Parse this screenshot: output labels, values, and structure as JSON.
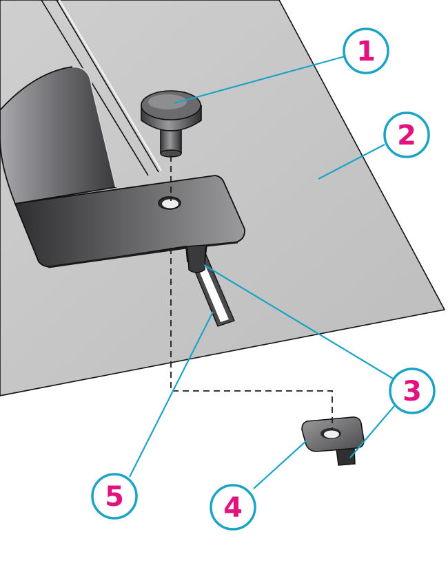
{
  "diagram": {
    "colors": {
      "callout_stroke": "#1aa3c4",
      "callout_number": "#e0137f",
      "plate": "#c6c6c6",
      "part_dark": "#3c3c3e",
      "part_light": "#8a8a8d"
    },
    "callouts": [
      {
        "id": "1",
        "number": "1",
        "part": "knob-screw"
      },
      {
        "id": "2",
        "number": "2",
        "part": "needle-plate"
      },
      {
        "id": "3",
        "number": "3",
        "part": "guide-tab"
      },
      {
        "id": "4",
        "number": "4",
        "part": "locking-nut"
      },
      {
        "id": "5",
        "number": "5",
        "part": "plate-slot"
      }
    ]
  }
}
